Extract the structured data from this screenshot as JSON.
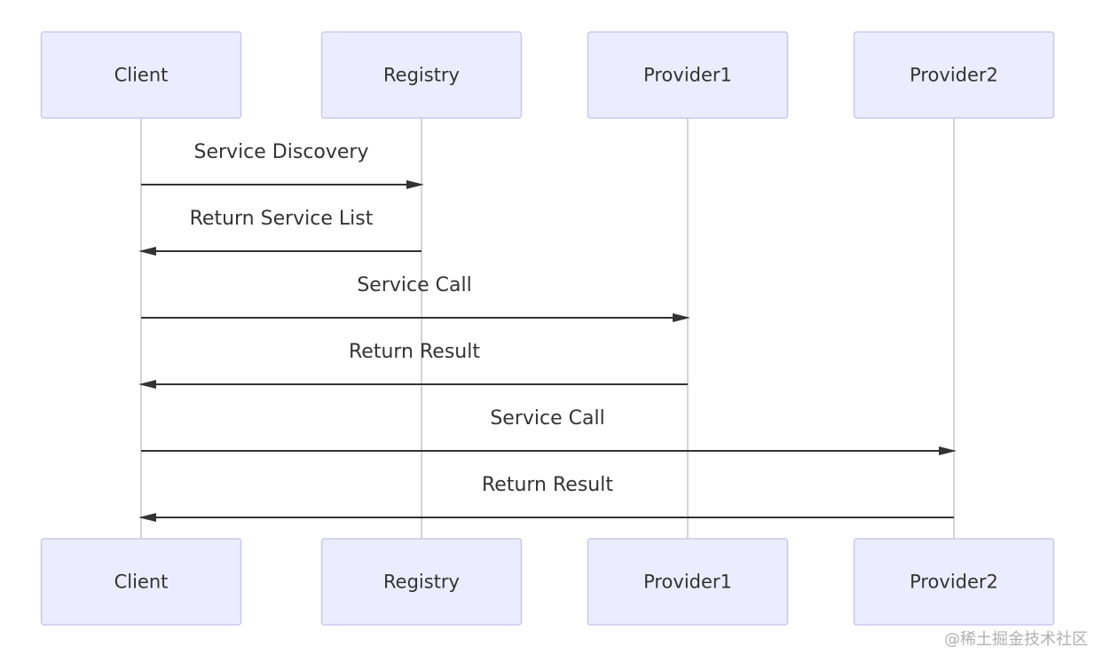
{
  "participants": [
    {
      "id": "client",
      "label": "Client"
    },
    {
      "id": "registry",
      "label": "Registry"
    },
    {
      "id": "provider1",
      "label": "Provider1"
    },
    {
      "id": "provider2",
      "label": "Provider2"
    }
  ],
  "messages": [
    {
      "from": "client",
      "to": "registry",
      "label": "Service Discovery"
    },
    {
      "from": "registry",
      "to": "client",
      "label": "Return Service List"
    },
    {
      "from": "client",
      "to": "provider1",
      "label": "Service Call"
    },
    {
      "from": "provider1",
      "to": "client",
      "label": "Return Result"
    },
    {
      "from": "client",
      "to": "provider2",
      "label": "Service Call"
    },
    {
      "from": "provider2",
      "to": "client",
      "label": "Return Result"
    }
  ],
  "watermark": "@稀土掘金技术社区",
  "colors": {
    "actor_fill": "#ececff",
    "actor_border": "#c8c8f0",
    "line": "#333333",
    "lifeline": "#a8a8a8",
    "text": "#333333",
    "watermark": "#b0b0b0"
  }
}
